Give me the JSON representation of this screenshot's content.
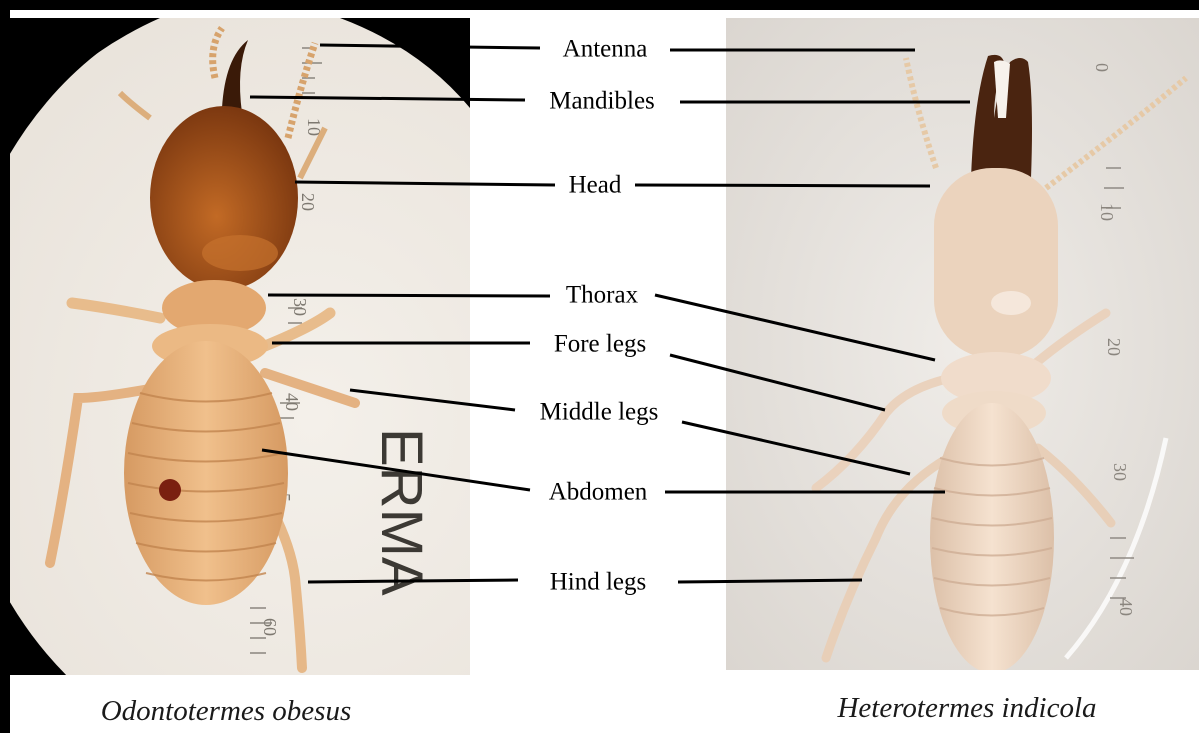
{
  "labels": {
    "antenna": "Antenna",
    "mandibles": "Mandibles",
    "head": "Head",
    "thorax": "Thorax",
    "fore_legs": "Fore legs",
    "middle_legs": "Middle legs",
    "abdomen": "Abdomen",
    "hind_legs": "Hind legs"
  },
  "species": {
    "left": "Odontotermes obesus",
    "right": "Heterotermes indicola"
  },
  "photo_text": {
    "stamp": "ERMA",
    "ruler_left": [
      "10",
      "20",
      "30",
      "40",
      "5",
      "60"
    ],
    "ruler_right": [
      "0",
      "10",
      "20",
      "30",
      "40"
    ]
  },
  "colors": {
    "background": "#ffffff",
    "frame": "#000000",
    "leader_line": "#000000",
    "left_head": "#a35418",
    "left_body": "#e8b07a",
    "right_body": "#f0d8c4"
  }
}
